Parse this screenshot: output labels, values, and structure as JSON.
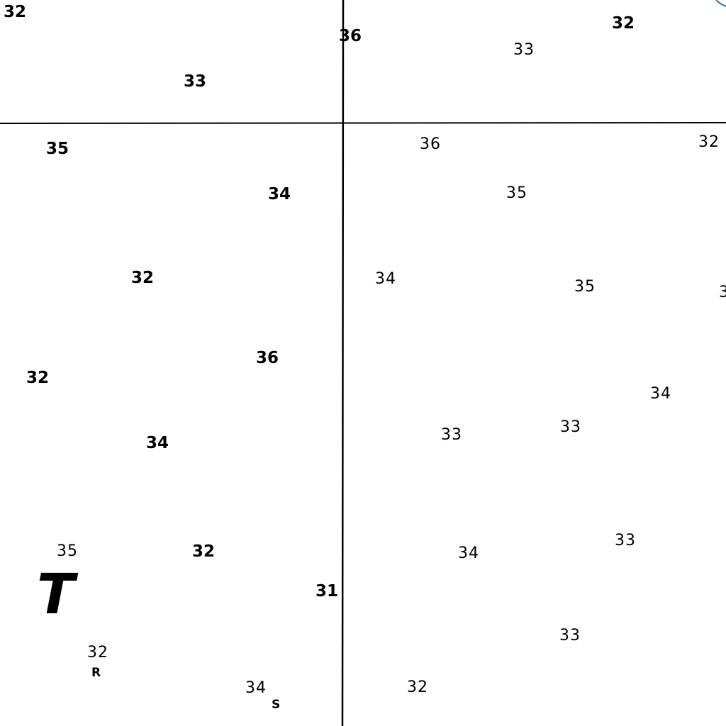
{
  "map": {
    "letters": [
      {
        "text": "T"
      },
      {
        "text": "R"
      },
      {
        "text": "S"
      }
    ],
    "soundings": [
      {
        "value": "32"
      },
      {
        "value": "36"
      },
      {
        "value": "32"
      },
      {
        "value": "33"
      },
      {
        "value": "33"
      },
      {
        "value": "35"
      },
      {
        "value": "36"
      },
      {
        "value": "32"
      },
      {
        "value": "34"
      },
      {
        "value": "35"
      },
      {
        "value": "32"
      },
      {
        "value": "34"
      },
      {
        "value": "35"
      },
      {
        "value": "3"
      },
      {
        "value": "36"
      },
      {
        "value": "32"
      },
      {
        "value": "34"
      },
      {
        "value": "33"
      },
      {
        "value": "33"
      },
      {
        "value": "34"
      },
      {
        "value": "35"
      },
      {
        "value": "32"
      },
      {
        "value": "33"
      },
      {
        "value": "34"
      },
      {
        "value": "31"
      },
      {
        "value": "32"
      },
      {
        "value": "33"
      },
      {
        "value": "34"
      },
      {
        "value": "32"
      }
    ],
    "line_color": "#000000",
    "edge_arc_color": "#2a6fb8"
  }
}
